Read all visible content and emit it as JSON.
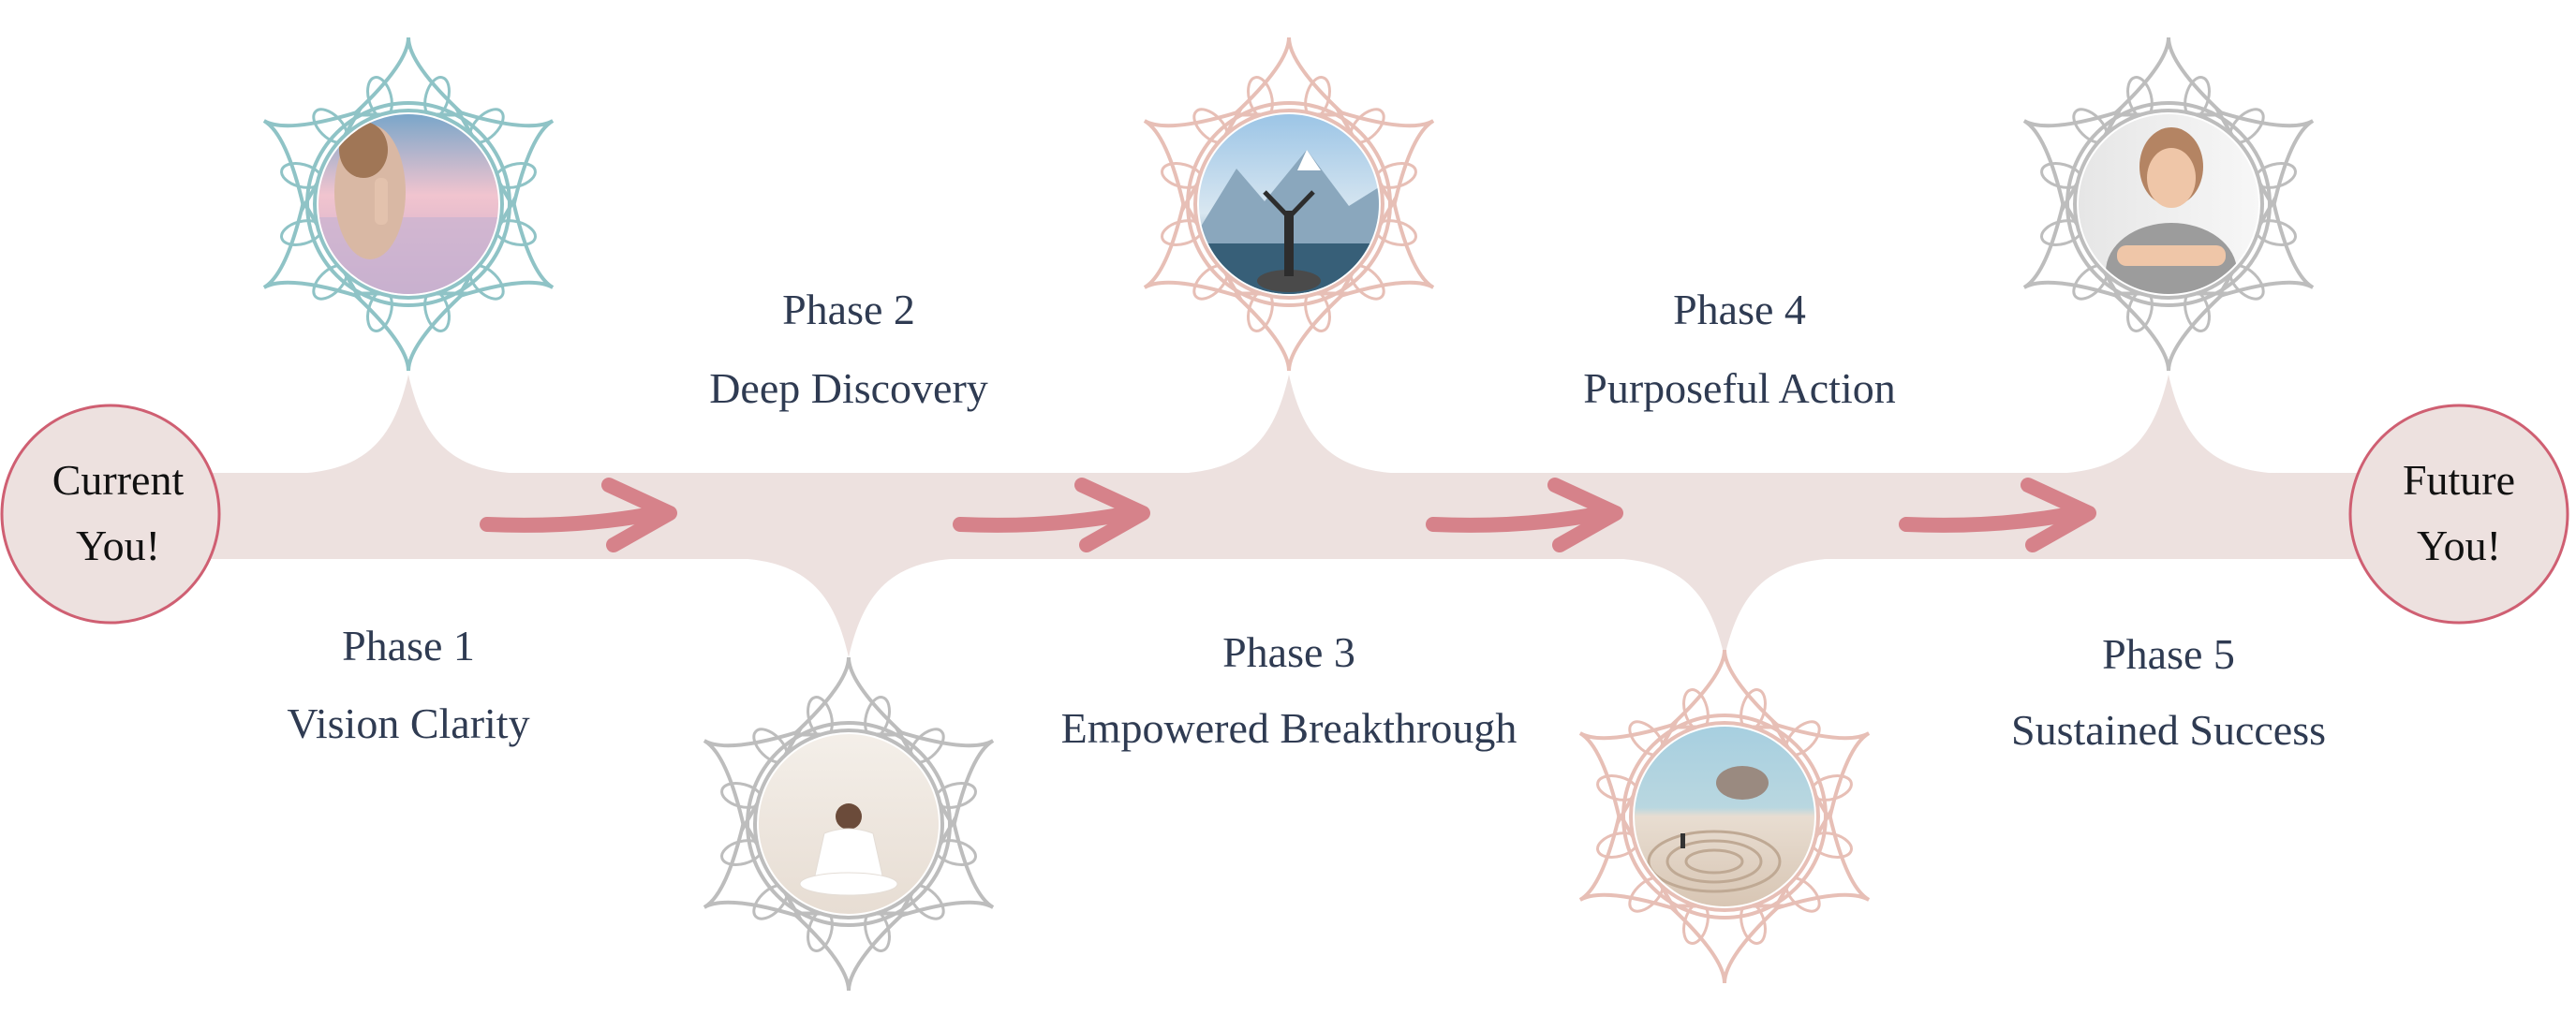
{
  "start_node": {
    "line1": "Current",
    "line2": "You!"
  },
  "end_node": {
    "line1": "Future",
    "line2": "You!"
  },
  "phases": [
    {
      "number": "Phase 1",
      "name": "Vision Clarity",
      "photo": "woman-praying-by-lake",
      "mandala_color": "#8fc3c6"
    },
    {
      "number": "Phase 2",
      "name": "Deep Discovery",
      "photo": "woman-meditating-in-white",
      "mandala_color": "#bdbdbd"
    },
    {
      "number": "Phase 3",
      "name": "Empowered Breakthrough",
      "photo": "person-arms-raised-mountains",
      "mandala_color": "#e7bfb6"
    },
    {
      "number": "Phase 4",
      "name": "Purposeful Action",
      "photo": "labyrinth-on-beach",
      "mandala_color": "#e7bfb6"
    },
    {
      "number": "Phase 5",
      "name": "Sustained Success",
      "photo": "smiling-woman-portrait",
      "mandala_color": "#bdbdbd"
    }
  ],
  "colors": {
    "band": "#ede1df",
    "arrow": "#d6828a",
    "node_fill": "#ede1df",
    "node_stroke": "#cf5f72",
    "text": "#2f3b52"
  }
}
